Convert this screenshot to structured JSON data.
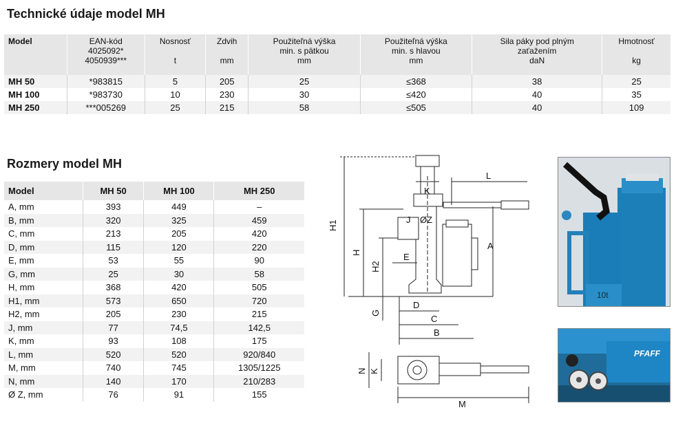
{
  "tech": {
    "title": "Technické údaje model MH",
    "headers": [
      [
        "Model"
      ],
      [
        "EAN-kód",
        "4025092*",
        "4050939***"
      ],
      [
        "Nosnosť",
        "",
        "t"
      ],
      [
        "Zdvih",
        "",
        "mm"
      ],
      [
        "Použiteľná výška",
        "min. s pätkou",
        "mm"
      ],
      [
        "Použiteľná výška",
        "min. s hlavou",
        "mm"
      ],
      [
        "Sila páky pod plným",
        "zaťažením",
        "daN"
      ],
      [
        "Hmotnosť",
        "",
        "kg"
      ]
    ],
    "rows": [
      [
        "MH 50",
        "*983815",
        "5",
        "205",
        "25",
        "≤368",
        "38",
        "25"
      ],
      [
        "MH 100",
        "*983730",
        "10",
        "230",
        "30",
        "≤420",
        "40",
        "35"
      ],
      [
        "MH 250",
        "***005269",
        "25",
        "215",
        "58",
        "≤505",
        "40",
        "109"
      ]
    ]
  },
  "dims": {
    "title": "Rozmery model MH",
    "headers": [
      "Model",
      "MH 50",
      "MH 100",
      "MH 250"
    ],
    "rows": [
      [
        "A, mm",
        "393",
        "449",
        "–"
      ],
      [
        "B, mm",
        "320",
        "325",
        "459"
      ],
      [
        "C, mm",
        "213",
        "205",
        "420"
      ],
      [
        "D, mm",
        "115",
        "120",
        "220"
      ],
      [
        "E, mm",
        "53",
        "55",
        "90"
      ],
      [
        "G, mm",
        "25",
        "30",
        "58"
      ],
      [
        "H, mm",
        "368",
        "420",
        "505"
      ],
      [
        "H1, mm",
        "573",
        "650",
        "720"
      ],
      [
        "H2, mm",
        "205",
        "230",
        "215"
      ],
      [
        "J, mm",
        "77",
        "74,5",
        "142,5"
      ],
      [
        "K, mm",
        "93",
        "108",
        "175"
      ],
      [
        "L, mm",
        "520",
        "520",
        "920/840"
      ],
      [
        "M, mm",
        "740",
        "745",
        "1305/1225"
      ],
      [
        "N, mm",
        "140",
        "170",
        "210/283"
      ],
      [
        "Ø Z, mm",
        "76",
        "91",
        "155"
      ]
    ]
  },
  "diagram": {
    "labels": {
      "H1": "H1",
      "H": "H",
      "H2": "H2",
      "G": "G",
      "A": "A",
      "K": "K",
      "L": "L",
      "J": "J",
      "Z": "ØZ",
      "E": "E",
      "D": "D",
      "C": "C",
      "B": "B",
      "N": "N",
      "K2": "K",
      "M": "M"
    }
  },
  "photos": {
    "top_label": "10t",
    "brand": "PFAFF"
  }
}
